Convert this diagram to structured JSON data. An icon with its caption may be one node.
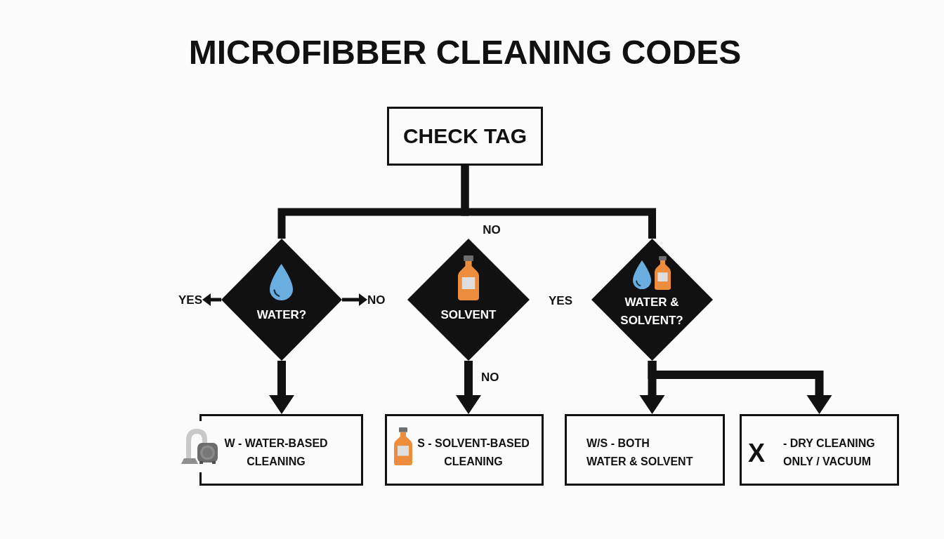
{
  "diagram": {
    "title": "MICROFIBBER CLEANING CODES",
    "nodes": [
      {
        "text": [
          "CHECK TAG"
        ]
      },
      {
        "text": [
          "YES"
        ]
      },
      {
        "text": [
          "WATER?"
        ]
      },
      {
        "text": [
          "NO"
        ]
      },
      {
        "text": [
          "SOLVENT"
        ]
      },
      {
        "text": [
          "WATER & SOLVENT?"
        ]
      },
      {
        "text": [
          "W - WATER-BASED CLEANING"
        ]
      },
      {
        "text": [
          "S - SOLVENT-BASED CLEANING"
        ]
      },
      {
        "text": [
          "W/S - BOTH WATER & SOLVENT"
        ]
      },
      {
        "text": [
          "X",
          "- DRY CLEANING ONLY / VACUUM"
        ]
      }
    ],
    "edges": [
      {
        "from": 0,
        "to": 2,
        "arrow": "none"
      },
      {
        "from": 0,
        "to": 5,
        "arrow": "none"
      },
      {
        "from": 2,
        "to": 1,
        "arrow": "to"
      },
      {
        "from": 2,
        "to": 3,
        "arrow": "to"
      },
      {
        "from": 2,
        "to": 6,
        "arrow": "to"
      },
      {
        "from": 4,
        "to": 7,
        "arrow": "to",
        "label": "NO"
      },
      {
        "from": 5,
        "to": 8,
        "arrow": "to"
      },
      {
        "from": 5,
        "to": 9,
        "arrow": "to"
      }
    ],
    "labels": [
      "NO",
      "YES"
    ]
  }
}
